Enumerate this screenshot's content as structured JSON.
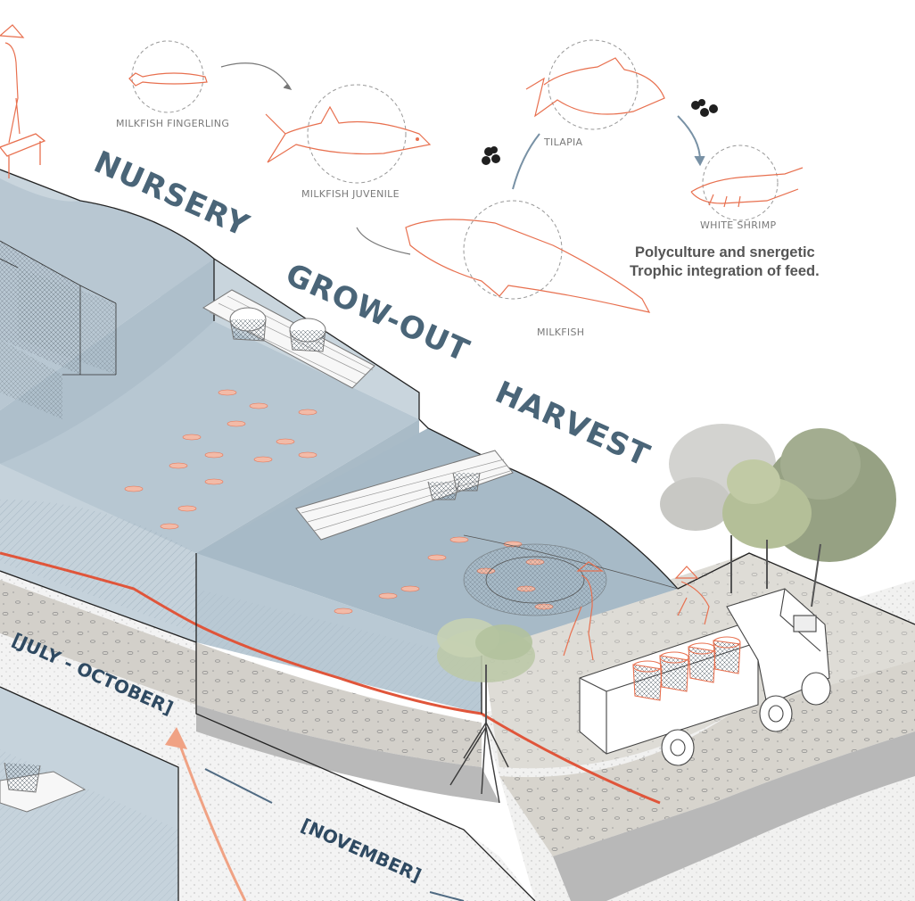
{
  "stages": {
    "nursery": "NURSERY",
    "growout": "GROW-OUT",
    "harvest": "HARVEST"
  },
  "periods": {
    "first": "[JULY - OCTOBER]",
    "second": "[NOVEMBER]"
  },
  "species": {
    "fingerling": "MILKFISH FINGERLING",
    "juvenile": "MILKFISH JUVENILE",
    "tilapia": "TILAPIA",
    "shrimp": "WHITE SHRIMP",
    "milkfish": "MILKFISH"
  },
  "caption": {
    "line1": "Polyculture and snergetic",
    "line2": "Trophic integration of feed."
  },
  "colors": {
    "water": "#b9c9d4",
    "accent": "#e8704f",
    "title": "#4a6578",
    "soil": "#d9d6cf"
  }
}
